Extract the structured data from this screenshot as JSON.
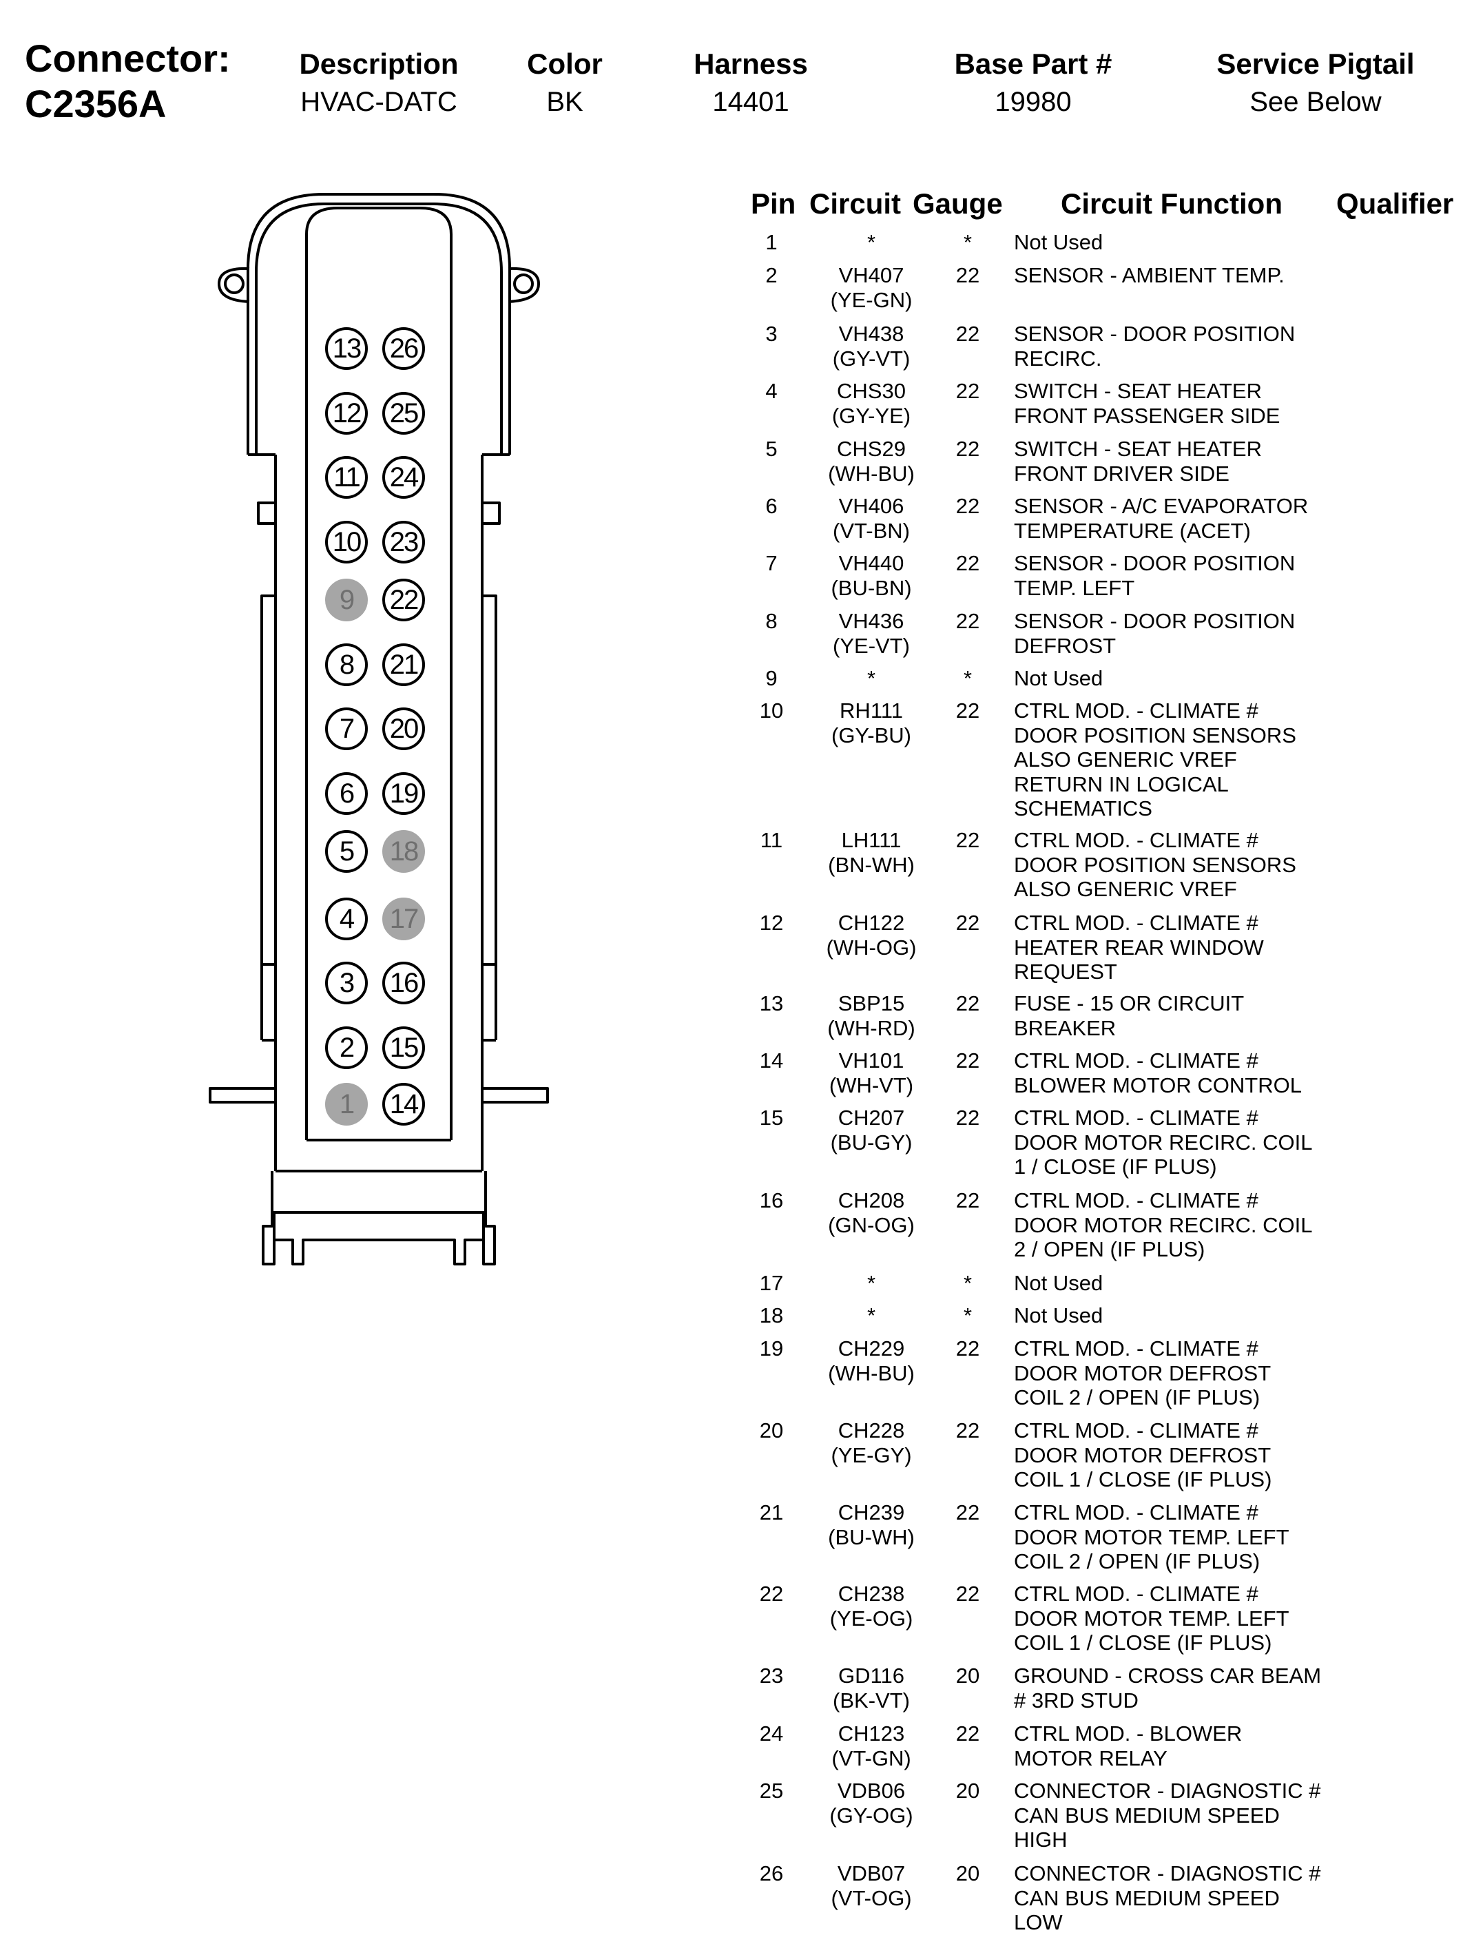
{
  "connector": {
    "label": "Connector:",
    "id": "C2356A"
  },
  "header": [
    {
      "heading": "Description",
      "value": "HVAC-DATC"
    },
    {
      "heading": "Color",
      "value": "BK"
    },
    {
      "heading": "Harness",
      "value": "14401"
    },
    {
      "heading": "Base Part #",
      "value": "19980"
    },
    {
      "heading": "Service Pigtail",
      "value": "See Below"
    }
  ],
  "table_headers": {
    "pin": "Pin",
    "circuit": "Circuit",
    "gauge": "Gauge",
    "function": "Circuit Function",
    "qualifier": "Qualifier"
  },
  "pins": [
    {
      "pin": "1",
      "circuit": "*",
      "color": "",
      "gauge": "*",
      "function": "Not Used",
      "qualifier": ""
    },
    {
      "pin": "2",
      "circuit": "VH407",
      "color": "(YE-GN)",
      "gauge": "22",
      "function": "SENSOR - AMBIENT TEMP.",
      "qualifier": ""
    },
    {
      "pin": "3",
      "circuit": "VH438",
      "color": "(GY-VT)",
      "gauge": "22",
      "function": "SENSOR - DOOR POSITION\nRECIRC.",
      "qualifier": ""
    },
    {
      "pin": "4",
      "circuit": "CHS30",
      "color": "(GY-YE)",
      "gauge": "22",
      "function": "SWITCH - SEAT HEATER\nFRONT PASSENGER SIDE",
      "qualifier": ""
    },
    {
      "pin": "5",
      "circuit": "CHS29",
      "color": "(WH-BU)",
      "gauge": "22",
      "function": "SWITCH - SEAT HEATER\nFRONT DRIVER SIDE",
      "qualifier": ""
    },
    {
      "pin": "6",
      "circuit": "VH406",
      "color": "(VT-BN)",
      "gauge": "22",
      "function": "SENSOR - A/C EVAPORATOR\nTEMPERATURE (ACET)",
      "qualifier": ""
    },
    {
      "pin": "7",
      "circuit": "VH440",
      "color": "(BU-BN)",
      "gauge": "22",
      "function": "SENSOR - DOOR POSITION\nTEMP. LEFT",
      "qualifier": ""
    },
    {
      "pin": "8",
      "circuit": "VH436",
      "color": "(YE-VT)",
      "gauge": "22",
      "function": "SENSOR - DOOR POSITION\nDEFROST",
      "qualifier": ""
    },
    {
      "pin": "9",
      "circuit": "*",
      "color": "",
      "gauge": "*",
      "function": "Not Used",
      "qualifier": ""
    },
    {
      "pin": "10",
      "circuit": "RH111",
      "color": "(GY-BU)",
      "gauge": "22",
      "function": "CTRL MOD. - CLIMATE #\nDOOR POSITION SENSORS\nALSO GENERIC VREF\nRETURN IN LOGICAL\nSCHEMATICS",
      "qualifier": ""
    },
    {
      "pin": "11",
      "circuit": "LH111",
      "color": "(BN-WH)",
      "gauge": "22",
      "function": "CTRL MOD. - CLIMATE #\nDOOR POSITION SENSORS\nALSO GENERIC VREF",
      "qualifier": ""
    },
    {
      "pin": "12",
      "circuit": "CH122",
      "color": "(WH-OG)",
      "gauge": "22",
      "function": "CTRL MOD. - CLIMATE #\nHEATER REAR WINDOW\nREQUEST",
      "qualifier": ""
    },
    {
      "pin": "13",
      "circuit": "SBP15",
      "color": "(WH-RD)",
      "gauge": "22",
      "function": "FUSE - 15 OR CIRCUIT\nBREAKER",
      "qualifier": ""
    },
    {
      "pin": "14",
      "circuit": "VH101",
      "color": "(WH-VT)",
      "gauge": "22",
      "function": "CTRL MOD. - CLIMATE #\nBLOWER MOTOR CONTROL",
      "qualifier": ""
    },
    {
      "pin": "15",
      "circuit": "CH207",
      "color": "(BU-GY)",
      "gauge": "22",
      "function": "CTRL MOD. - CLIMATE #\nDOOR MOTOR RECIRC. COIL\n1 / CLOSE (IF PLUS)",
      "qualifier": ""
    },
    {
      "pin": "16",
      "circuit": "CH208",
      "color": "(GN-OG)",
      "gauge": "22",
      "function": "CTRL MOD. - CLIMATE #\nDOOR MOTOR RECIRC. COIL\n2 / OPEN (IF PLUS)",
      "qualifier": ""
    },
    {
      "pin": "17",
      "circuit": "*",
      "color": "",
      "gauge": "*",
      "function": "Not Used",
      "qualifier": ""
    },
    {
      "pin": "18",
      "circuit": "*",
      "color": "",
      "gauge": "*",
      "function": "Not Used",
      "qualifier": ""
    },
    {
      "pin": "19",
      "circuit": "CH229",
      "color": "(WH-BU)",
      "gauge": "22",
      "function": "CTRL MOD. - CLIMATE #\nDOOR MOTOR DEFROST\nCOIL 2 / OPEN (IF PLUS)",
      "qualifier": ""
    },
    {
      "pin": "20",
      "circuit": "CH228",
      "color": "(YE-GY)",
      "gauge": "22",
      "function": "CTRL MOD. - CLIMATE #\nDOOR MOTOR DEFROST\nCOIL 1 / CLOSE (IF PLUS)",
      "qualifier": ""
    },
    {
      "pin": "21",
      "circuit": "CH239",
      "color": "(BU-WH)",
      "gauge": "22",
      "function": "CTRL MOD. - CLIMATE #\nDOOR MOTOR TEMP. LEFT\nCOIL 2 / OPEN (IF PLUS)",
      "qualifier": ""
    },
    {
      "pin": "22",
      "circuit": "CH238",
      "color": "(YE-OG)",
      "gauge": "22",
      "function": "CTRL MOD. - CLIMATE #\nDOOR MOTOR TEMP. LEFT\nCOIL 1 / CLOSE (IF PLUS)",
      "qualifier": ""
    },
    {
      "pin": "23",
      "circuit": "GD116",
      "color": "(BK-VT)",
      "gauge": "20",
      "function": "GROUND - CROSS CAR BEAM\n# 3RD STUD",
      "qualifier": ""
    },
    {
      "pin": "24",
      "circuit": "CH123",
      "color": "(VT-GN)",
      "gauge": "22",
      "function": "CTRL MOD. - BLOWER\nMOTOR RELAY",
      "qualifier": ""
    },
    {
      "pin": "25",
      "circuit": "VDB06",
      "color": "(GY-OG)",
      "gauge": "20",
      "function": "CONNECTOR - DIAGNOSTIC #\nCAN BUS MEDIUM SPEED\nHIGH",
      "qualifier": ""
    },
    {
      "pin": "26",
      "circuit": "VDB07",
      "color": "(VT-OG)",
      "gauge": "20",
      "function": "CONNECTOR - DIAGNOSTIC #\nCAN BUS MEDIUM SPEED\nLOW",
      "qualifier": ""
    }
  ],
  "cavities": {
    "left_column": [
      "13",
      "12",
      "11",
      "10",
      "9",
      "8",
      "7",
      "6",
      "5",
      "4",
      "3",
      "2",
      "1"
    ],
    "right_column": [
      "26",
      "25",
      "24",
      "23",
      "22",
      "21",
      "20",
      "19",
      "18",
      "17",
      "16",
      "15",
      "14"
    ],
    "unused": [
      "1",
      "9",
      "17",
      "18"
    ]
  },
  "colors": {
    "unused_cavity": "#a6a6a6",
    "unused_text": "#6f6f6f",
    "line": "#000000"
  }
}
